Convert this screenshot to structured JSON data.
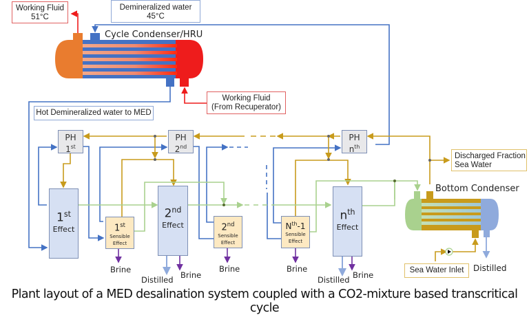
{
  "caption": "Plant layout of a MED desalination system coupled with a CO2-mixture based transcritical cycle",
  "labels": {
    "working_fluid_out": {
      "line1": "Working Fluid",
      "line2": "51°C"
    },
    "demin_water_in": {
      "line1": "Demineralized water",
      "line2": "45°C"
    },
    "cycle_condenser": "Cycle Condenser/HRU",
    "working_fluid_in": {
      "line1": "Working Fluid",
      "line2": "(From Recuperator)"
    },
    "hot_demin_to_med": "Hot Demineralized water to MED",
    "discharged_fraction": {
      "line1": "Discharged Fraction",
      "line2": "Sea Water"
    },
    "bottom_condenser": "Bottom Condenser",
    "sea_water_inlet": "Sea Water Inlet"
  },
  "preheaters": [
    {
      "base": "PH",
      "num": "1",
      "sup": "st"
    },
    {
      "base": "PH",
      "num": "2",
      "sup": "nd"
    },
    {
      "base": "PH",
      "num": "n",
      "sup": "th"
    }
  ],
  "effects": [
    {
      "num": "1",
      "sup": "st",
      "word": "Effect"
    },
    {
      "num": "2",
      "sup": "nd",
      "word": "Effect"
    },
    {
      "num": "n",
      "sup": "th",
      "word": "Effect"
    }
  ],
  "sensible_effects": [
    {
      "num": "1",
      "sup": "st",
      "suffix": "",
      "word1": "Sensible",
      "word2": "Effect"
    },
    {
      "num": "2",
      "sup": "nd",
      "suffix": "",
      "word1": "Sensible",
      "word2": "Effect"
    },
    {
      "num": "N",
      "sup": "th",
      "suffix": "-1",
      "word1": "Sensible",
      "word2": "Effect"
    }
  ],
  "outputs": {
    "brine": "Brine",
    "distilled": "Distilled"
  },
  "colors": {
    "working_fluid_hot": "#ee1c1c",
    "working_fluid_cool": "#e97c2f",
    "demin_water": "#4472c4",
    "sea_water": "#c89b1c",
    "vapor": "#a9d18e",
    "brine": "#7030a0",
    "distillate": "#8faadc",
    "effect_fill": "#d6e0f3",
    "sensible_fill": "#fde9c2",
    "ph_fill": "#e8e8ea"
  }
}
